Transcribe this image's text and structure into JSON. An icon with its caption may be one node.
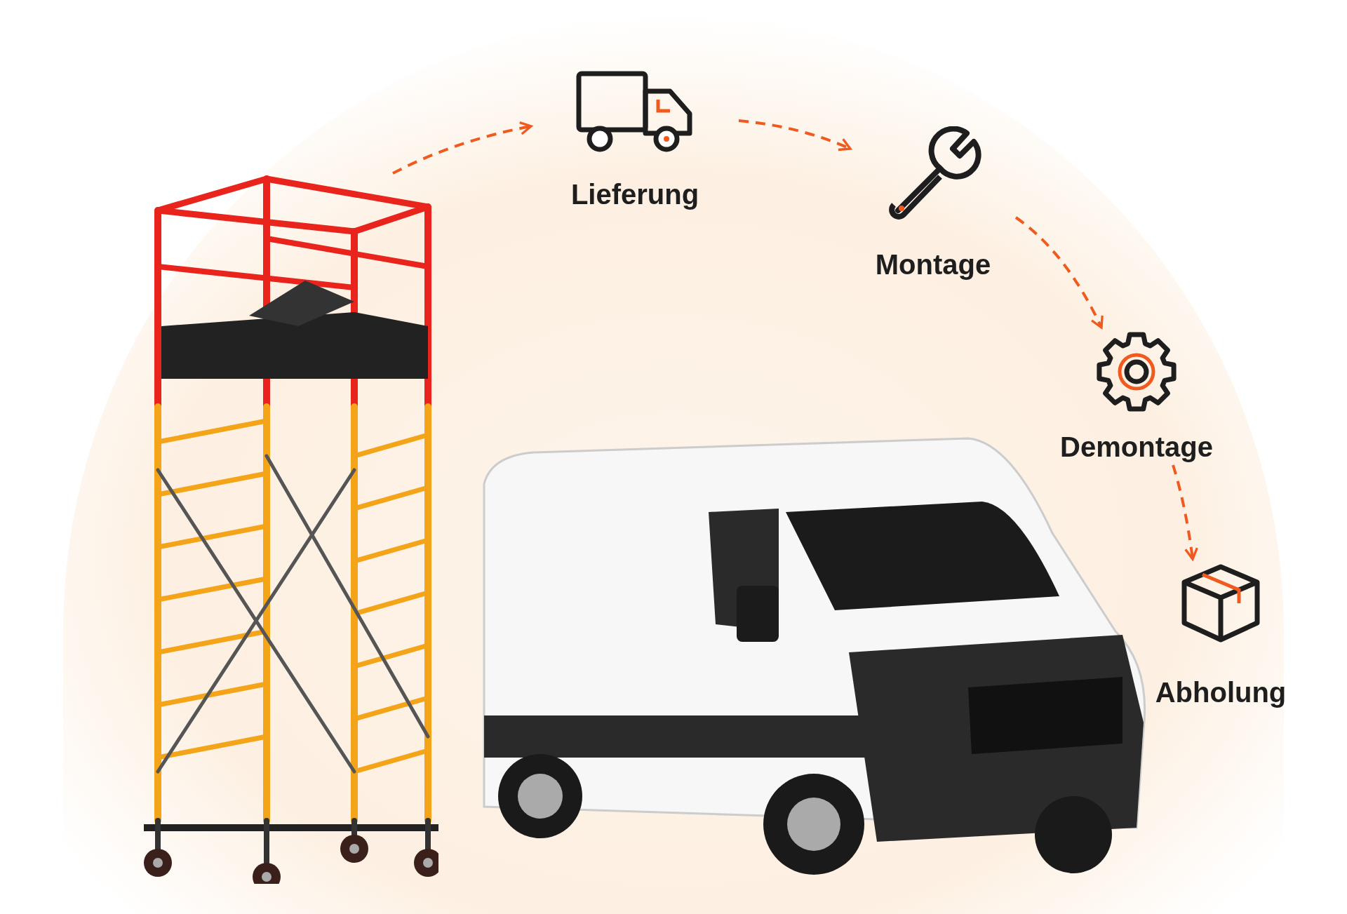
{
  "diagram": {
    "nodes": [
      {
        "text": [],
        "shape": "picture"
      },
      {
        "text": [
          "Lieferung"
        ]
      },
      {
        "text": [
          "Montage"
        ]
      },
      {
        "text": [
          "Demontage"
        ]
      },
      {
        "text": [
          "Abholung"
        ]
      }
    ],
    "edges": [
      {
        "from": 0,
        "to": 1,
        "arrow": "to",
        "style": "dashed"
      },
      {
        "from": 1,
        "to": 2,
        "arrow": "to",
        "style": "dashed"
      },
      {
        "from": 2,
        "to": 3,
        "arrow": "to",
        "style": "dashed"
      },
      {
        "from": 3,
        "to": 4,
        "arrow": "to",
        "style": "dashed"
      }
    ]
  }
}
